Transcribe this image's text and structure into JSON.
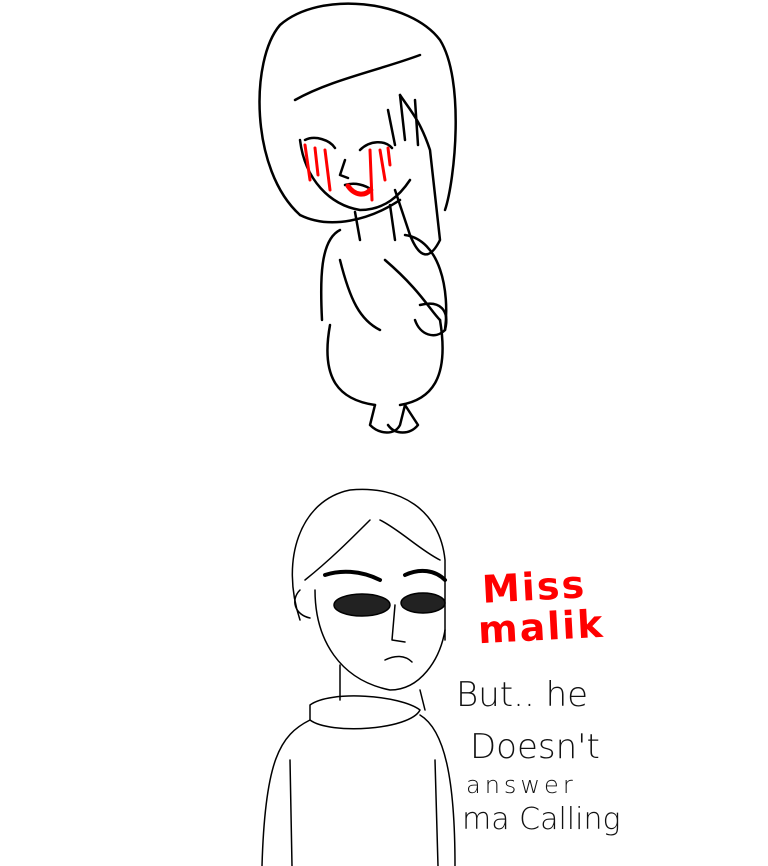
{
  "caption": {
    "name_line1": "Miss",
    "name_line2": "malik",
    "speech_line1": "But.. he",
    "speech_line2": "Doesn't",
    "speech_line3": "answer",
    "speech_line4": "ma Calling"
  },
  "colors": {
    "ink": "#000000",
    "blood": "#ff0000",
    "background": "#ffffff"
  }
}
